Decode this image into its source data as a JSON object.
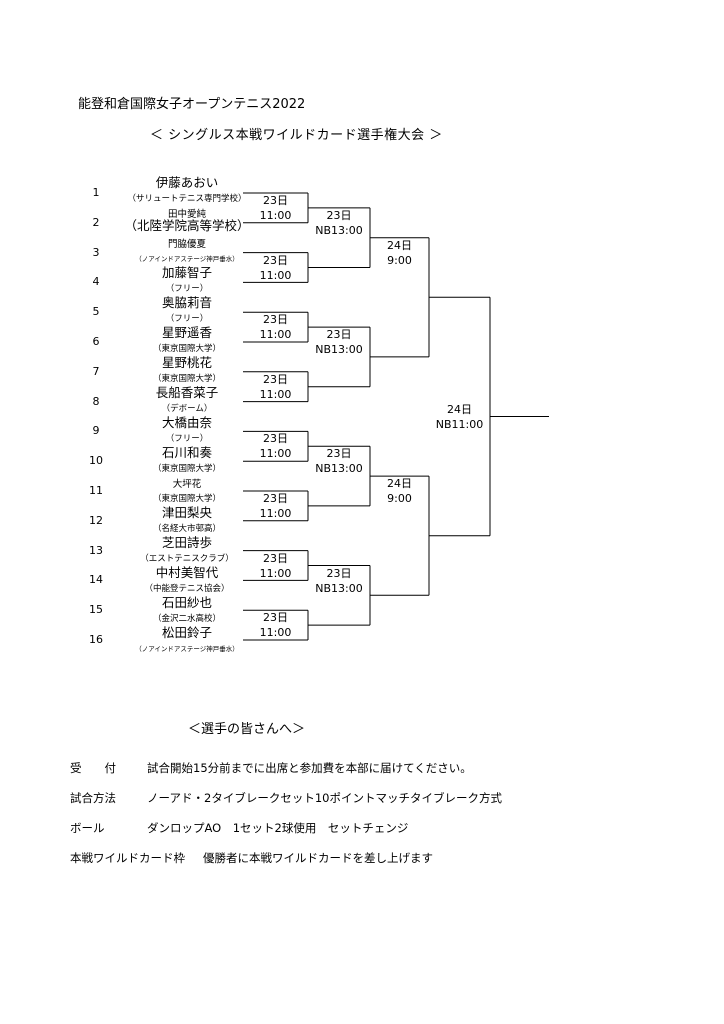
{
  "document": {
    "title": "能登和倉国際女子オープンテニス2022",
    "subtitle": "＜ シングルス本戦ワイルドカード選手権大会 ＞"
  },
  "players": [
    {
      "num": "1",
      "name": "伊藤あおい",
      "affiliation": "（サリュートテニス専門学校）"
    },
    {
      "num": "2",
      "name": "田中愛純",
      "affiliation": "（北陸学院高等学校）"
    },
    {
      "num": "3",
      "name": "門脇優夏",
      "affiliation": "（ノアインドアステージ神戸垂水）"
    },
    {
      "num": "4",
      "name": "加藤智子",
      "affiliation": "（フリー）"
    },
    {
      "num": "5",
      "name": "奥脇莉音",
      "affiliation": "（フリー）"
    },
    {
      "num": "6",
      "name": "星野遥香",
      "affiliation": "（東京国際大学）"
    },
    {
      "num": "7",
      "name": "星野桃花",
      "affiliation": "（東京国際大学）"
    },
    {
      "num": "8",
      "name": "長船香菜子",
      "affiliation": "（デボーム）"
    },
    {
      "num": "9",
      "name": "大橋由奈",
      "affiliation": "（フリー）"
    },
    {
      "num": "10",
      "name": "石川和奏",
      "affiliation": "（東京国際大学）"
    },
    {
      "num": "11",
      "name": "大坪花",
      "affiliation": "（東京国際大学）"
    },
    {
      "num": "12",
      "name": "津田梨央",
      "affiliation": "（名経大市邨高）"
    },
    {
      "num": "13",
      "name": "芝田詩歩",
      "affiliation": "（エストテニスクラブ）"
    },
    {
      "num": "14",
      "name": "中村美智代",
      "affiliation": "（中能登テニス協会）"
    },
    {
      "num": "15",
      "name": "石田紗也",
      "affiliation": "（金沢二水高校）"
    },
    {
      "num": "16",
      "name": "松田鈴子",
      "affiliation": "（ノアインドアステージ神戸垂水）"
    }
  ],
  "matches": {
    "round1": [
      {
        "date": "23日",
        "time": "11:00"
      },
      {
        "date": "23日",
        "time": "11:00"
      },
      {
        "date": "23日",
        "time": "11:00"
      },
      {
        "date": "23日",
        "time": "11:00"
      },
      {
        "date": "23日",
        "time": "11:00"
      },
      {
        "date": "23日",
        "time": "11:00"
      },
      {
        "date": "23日",
        "time": "11:00"
      },
      {
        "date": "23日",
        "time": "11:00"
      }
    ],
    "round2": [
      {
        "date": "23日",
        "time": "NB13:00"
      },
      {
        "date": "23日",
        "time": "NB13:00"
      },
      {
        "date": "23日",
        "time": "NB13:00"
      },
      {
        "date": "23日",
        "time": "NB13:00"
      }
    ],
    "round3": [
      {
        "date": "24日",
        "time": "9:00"
      },
      {
        "date": "24日",
        "time": "9:00"
      }
    ],
    "final": {
      "date": "24日",
      "time": "NB11:00"
    }
  },
  "notice": {
    "heading": "＜選手の皆さんへ＞",
    "items": [
      {
        "label": "受　　付",
        "text": "試合開始15分前までに出席と参加費を本部に届けてください。"
      },
      {
        "label": "試合方法",
        "text": "ノーアド・2タイブレークセット10ポイントマッチタイブレーク方式"
      },
      {
        "label": "ボール",
        "text": "ダンロップAO　1セット2球使用　セットチェンジ"
      },
      {
        "label": "本戦ワイルドカード枠",
        "text": "優勝者に本戦ワイルドカードを差し上げます"
      }
    ]
  }
}
